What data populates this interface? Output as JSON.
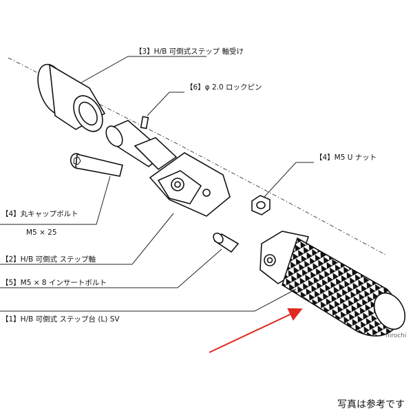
{
  "labels": {
    "bearing": "【3】H/B 可倒式ステップ 軸受け",
    "lock_pin": "【6】φ 2.0 ロックピン",
    "nut": "【4】M5 U ナット",
    "cap_bolt_line1": "【4】丸キャップボルト",
    "cap_bolt_line2": "M5 × 25",
    "step_shaft": "【2】H/B 可倒式 ステップ軸",
    "insert_bolt": "【5】M5 × 8 インサートボルト",
    "step_base": "【1】H/B 可倒式 ステップ台 (L) SV"
  },
  "note": "写真は参考です",
  "watermark": "hirochi",
  "colors": {
    "line": "#222222",
    "arrow": "#e0281e",
    "knurl": "#111111"
  }
}
